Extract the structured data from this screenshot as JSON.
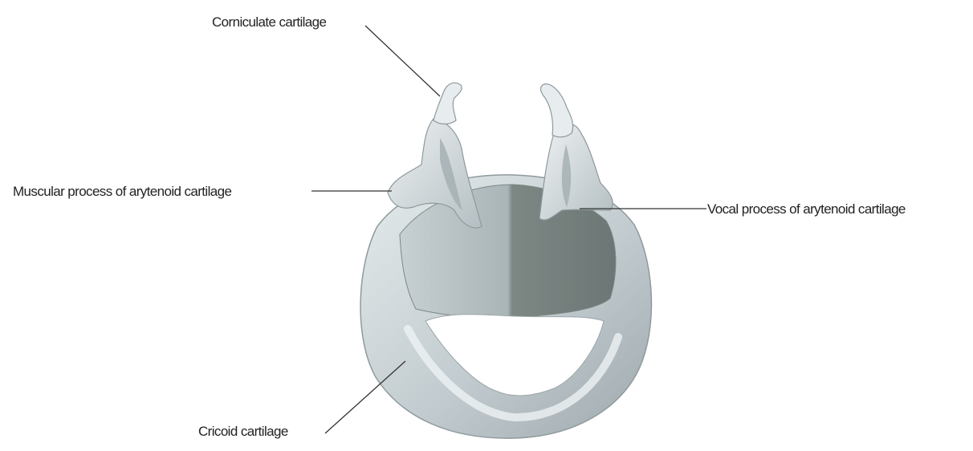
{
  "diagram": {
    "labels": {
      "corniculate": "Corniculate cartilage",
      "muscular_process": "Muscular process of arytenoid cartilage",
      "vocal_process": "Vocal process of arytenoid cartilage",
      "cricoid": "Cricoid cartilage"
    },
    "colors": {
      "background": "#ffffff",
      "cartilage_light": "#d9e2e4",
      "cartilage_mid": "#a9b6ba",
      "cartilage_dark": "#6f7a78",
      "leader_line": "#333333",
      "text": "#222222"
    }
  }
}
